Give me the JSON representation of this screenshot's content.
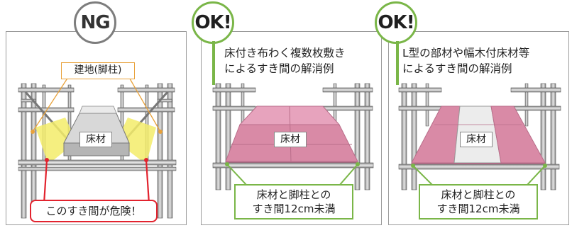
{
  "ng": {
    "badge": "NG",
    "pillar_label": "建地(脚柱)",
    "floor_label": "床材",
    "danger_text": "このすき間が危険！"
  },
  "ok1": {
    "badge": "OK!",
    "description": "床付き布わく複数枚敷き\nによるすき間の解消例",
    "floor_label": "床材",
    "gap_note": "床材と脚柱との\nすき間12cm未満"
  },
  "ok2": {
    "badge": "OK!",
    "description": "L型の部材や幅木付床材等\nによるすき間の解消例",
    "floor_label": "床材",
    "gap_note": "床材と脚柱との\nすき間12cm未満"
  },
  "colors": {
    "ok_green": "#7ab648",
    "ng_gray": "#7d7d7d",
    "danger_red": "#e2232e",
    "callout_orange": "#e8a13a",
    "floor_pink": "#d98aa6",
    "gap_yellow": "#f3ec6a"
  }
}
